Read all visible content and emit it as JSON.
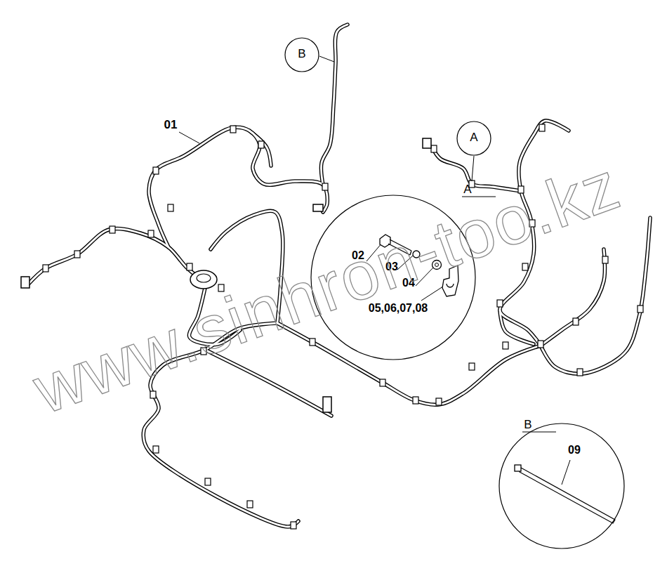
{
  "diagram": {
    "nodes": [
      {
        "text": [
          "B"
        ]
      },
      {
        "text": [
          "A"
        ]
      },
      {
        "text": [
          "A",
          "02",
          "03",
          "04",
          "05,06,07,08"
        ]
      },
      {
        "text": [
          "B",
          "09"
        ]
      }
    ],
    "labels": [
      "01",
      "www.sinhron-too.kz"
    ]
  }
}
